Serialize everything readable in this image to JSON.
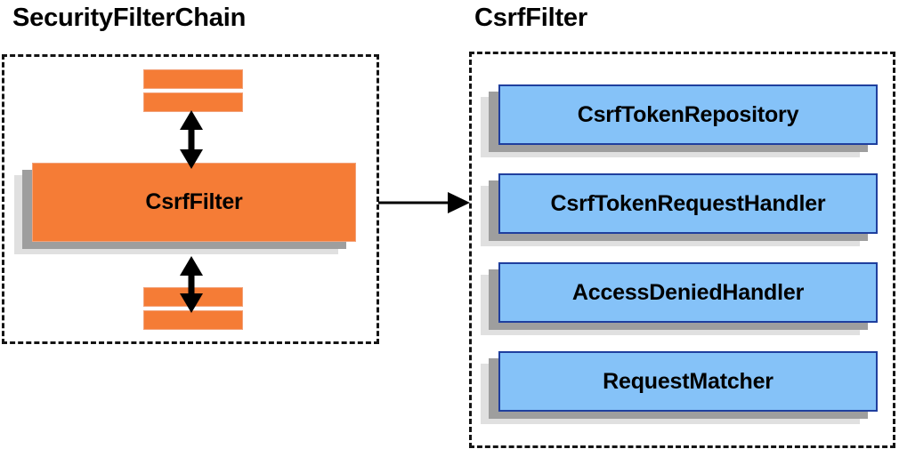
{
  "diagram": {
    "title_left": "SecurityFilterChain",
    "title_right": "CsrfFilter",
    "background_color": "#ffffff",
    "orange_color": "#f57c36",
    "blue_color": "#85c2f8",
    "blue_border_color": "#1f3f9e",
    "shadow_dark_color": "#9e9e9e",
    "shadow_light_color": "#e0e0e0",
    "dash_border_color": "#141414"
  },
  "left_panel": {
    "title": "SecurityFilterChain",
    "main_box_label": "CsrfFilter",
    "filter_bars_above": [
      "",
      ""
    ],
    "filter_bars_below": [
      "",
      ""
    ],
    "arrows": [
      {
        "name": "arrow-above",
        "direction": "bidirectional",
        "orientation": "vertical"
      },
      {
        "name": "arrow-below",
        "direction": "bidirectional",
        "orientation": "vertical"
      }
    ]
  },
  "right_panel": {
    "title": "CsrfFilter",
    "collaborators": [
      {
        "label": "CsrfTokenRepository"
      },
      {
        "label": "CsrfTokenRequestHandler"
      },
      {
        "label": "AccessDeniedHandler"
      },
      {
        "label": "RequestMatcher"
      }
    ]
  },
  "connector": {
    "name": "expansion-arrow",
    "direction": "left-to-right",
    "from": "SecurityFilterChain",
    "to": "CsrfFilter"
  }
}
